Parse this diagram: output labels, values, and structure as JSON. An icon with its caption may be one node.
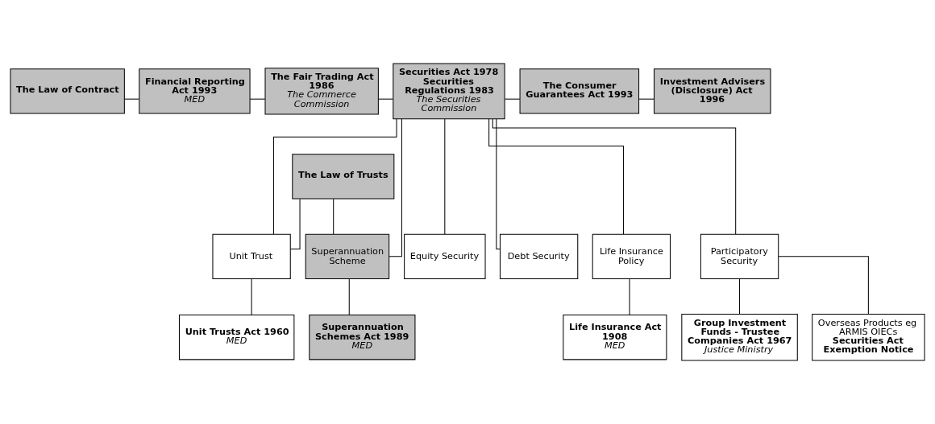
{
  "diagram": {
    "nodes": [
      {
        "text": [
          "The Law of Contract"
        ]
      },
      {
        "text": [
          "Financial Reporting Act 1993",
          "MED"
        ]
      },
      {
        "text": [
          "The Fair Trading Act 1986",
          "The Commerce Commission"
        ]
      },
      {
        "text": [
          "Securities Act 1978 Securities Regulations 1983",
          "The Securities Commission"
        ]
      },
      {
        "text": [
          "The Consumer Guarantees Act 1993"
        ]
      },
      {
        "text": [
          "Investment Advisers (Disclosure) Act 1996"
        ]
      },
      {
        "text": [
          "The Law of Trusts"
        ]
      },
      {
        "text": [
          "Equity Security"
        ]
      },
      {
        "text": [
          "Debt Security"
        ]
      },
      {
        "text": [
          "Unit Trust"
        ]
      },
      {
        "text": [
          "Superannuation Scheme"
        ]
      },
      {
        "text": [
          "Life Insurance Policy"
        ]
      },
      {
        "text": [
          "Participatory Security"
        ]
      },
      {
        "text": [
          "Unit Trusts Act 1960",
          "MED"
        ]
      },
      {
        "text": [
          "Superannuation Schemes Act 1989",
          "MED"
        ]
      },
      {
        "text": [
          "Life Insurance Act 1908",
          "MED"
        ]
      },
      {
        "text": [
          "Group Investment Funds - Trustee Companies Act 1967",
          "Justice Ministry"
        ]
      },
      {
        "text": [
          "Overseas Products eg ARMIS OIECs",
          "Securities Act Exemption Notice"
        ]
      }
    ],
    "edges": [
      {
        "from": 0,
        "to": 1,
        "arrow": "none"
      },
      {
        "from": 1,
        "to": 2,
        "arrow": "none"
      },
      {
        "from": 2,
        "to": 3,
        "arrow": "none"
      },
      {
        "from": 3,
        "to": 4,
        "arrow": "none"
      },
      {
        "from": 4,
        "to": 5,
        "arrow": "none"
      },
      {
        "from": 3,
        "to": 7,
        "arrow": "none"
      },
      {
        "from": 3,
        "to": 8,
        "arrow": "none"
      },
      {
        "from": 3,
        "to": 9,
        "arrow": "none"
      },
      {
        "from": 3,
        "to": 10,
        "arrow": "none"
      },
      {
        "from": 3,
        "to": 11,
        "arrow": "none"
      },
      {
        "from": 3,
        "to": 12,
        "arrow": "none"
      },
      {
        "from": 6,
        "to": 9,
        "arrow": "none"
      },
      {
        "from": 6,
        "to": 10,
        "arrow": "none"
      },
      {
        "from": 9,
        "to": 13,
        "arrow": "none"
      },
      {
        "from": 10,
        "to": 14,
        "arrow": "none"
      },
      {
        "from": 11,
        "to": 15,
        "arrow": "none"
      },
      {
        "from": 12,
        "to": 16,
        "arrow": "none"
      },
      {
        "from": 12,
        "to": 17,
        "arrow": "none"
      }
    ]
  }
}
